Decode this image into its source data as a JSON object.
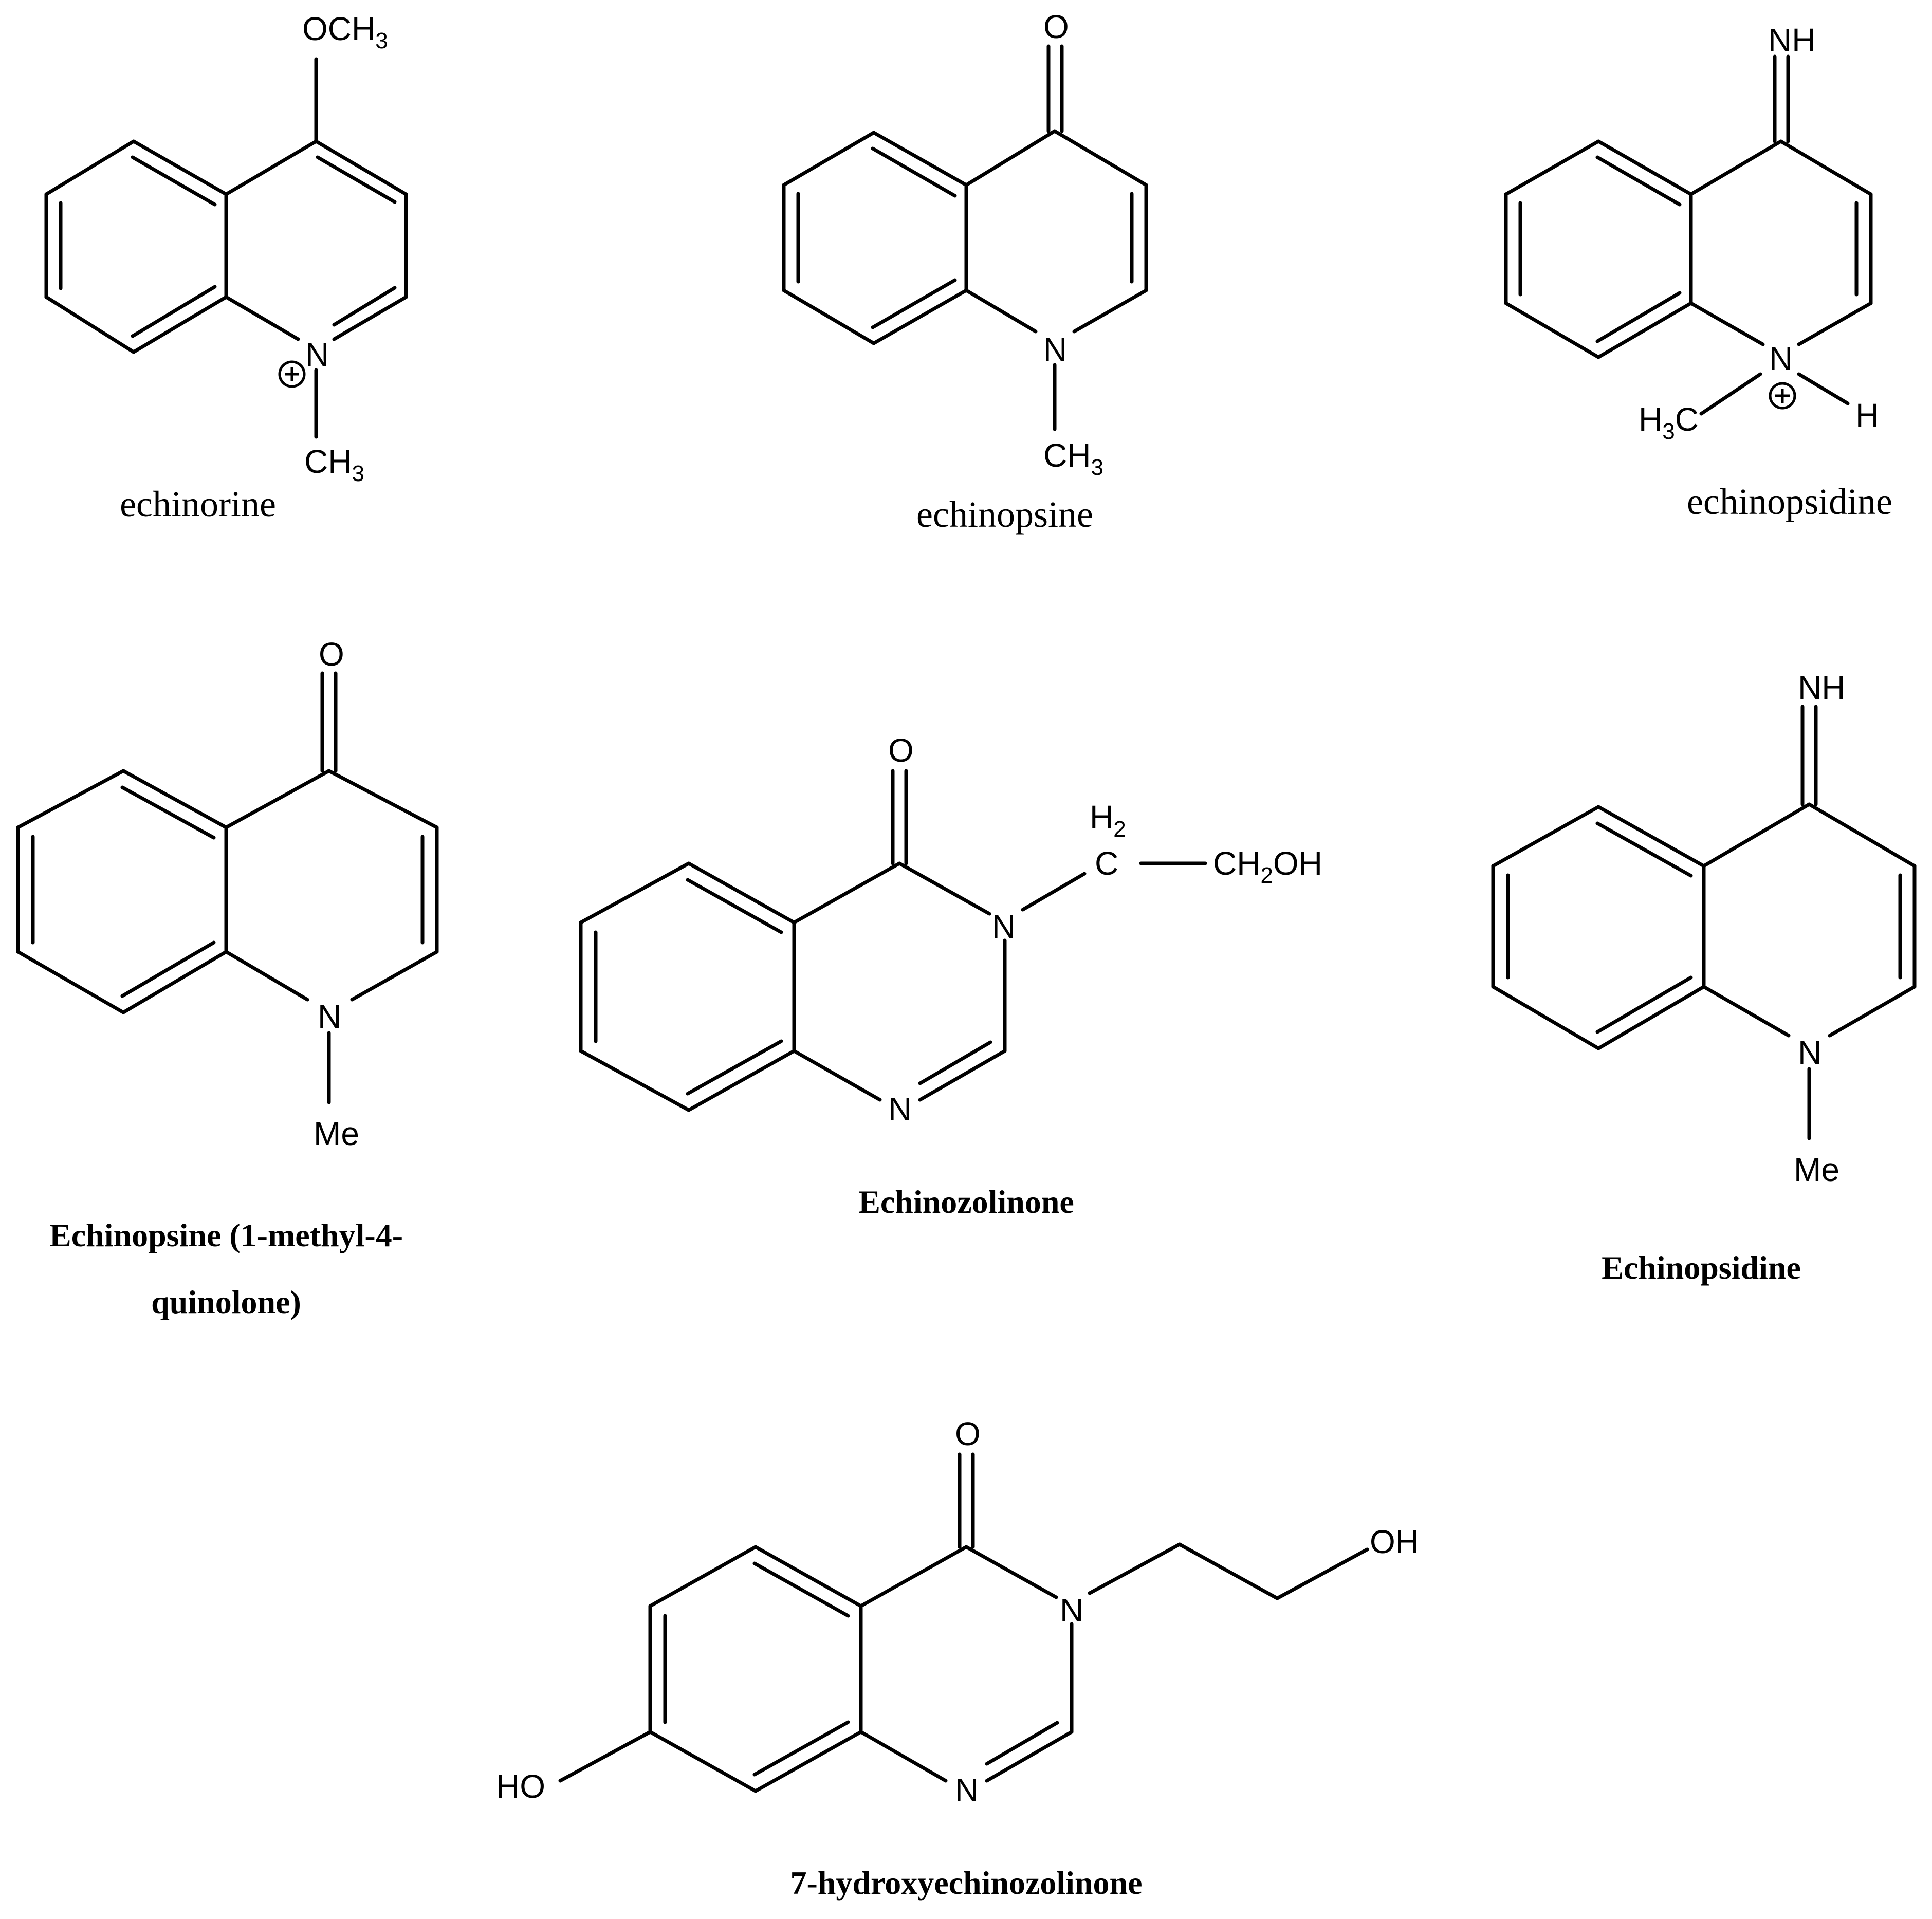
{
  "labels": {
    "echinorine": "echinorine",
    "echinopsine": "echinopsine",
    "echinopsidine": "echinopsidine",
    "echinopsine_bold_line1": "Echinopsine (1-methyl-4-",
    "echinopsine_bold_line2": "quinolone)",
    "echinozolinone": "Echinozolinone",
    "echinopsidine_bold": "Echinopsidine",
    "hydroxyechinozolinone": "7-hydroxyechinozolinone"
  },
  "atoms": {
    "o": "O",
    "n": "N",
    "nh": "NH",
    "h": "H",
    "me": "Me",
    "c": "C",
    "oc": "OC",
    "ch": "CH",
    "oh": "OH",
    "ho": "HO",
    "sub3": "3",
    "sub2": "2",
    "hc_h": "H",
    "hc_c": "C",
    "h2_h": "H",
    "ch2oh_ch": "CH",
    "ch2oh_oh": "OH"
  }
}
